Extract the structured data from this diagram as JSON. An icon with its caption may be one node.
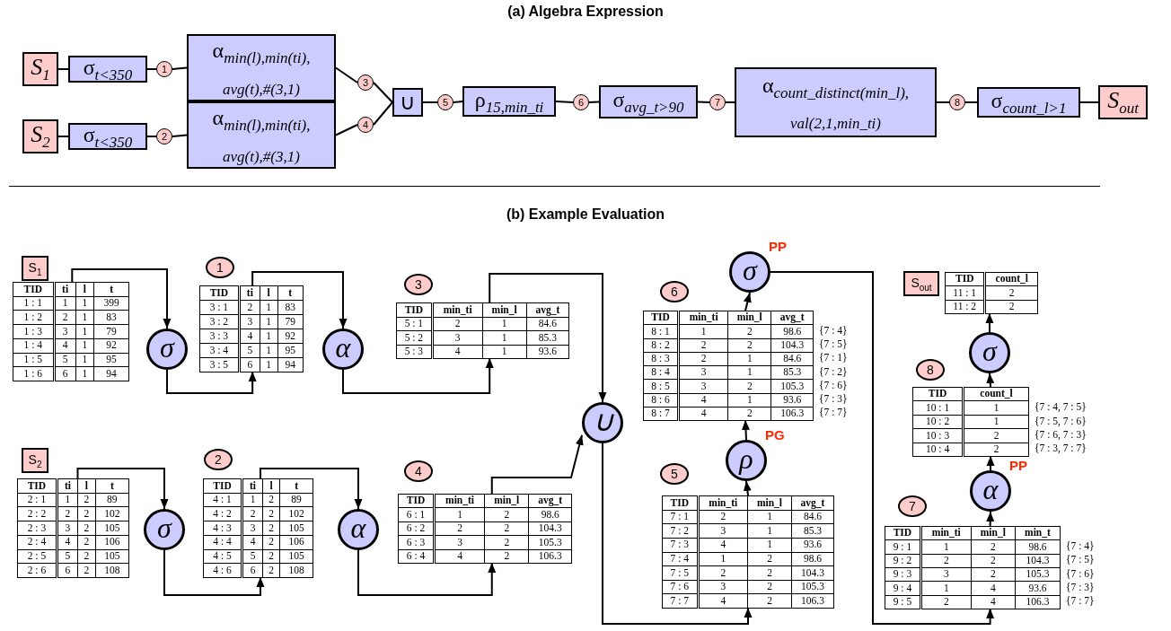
{
  "diagram": {
    "title": "(a) Algebra Expression",
    "nodes": [
      {
        "text": [
          "S$_{1}$"
        ]
      },
      {
        "text": [
          "σ$_{t<350}$"
        ]
      },
      {
        "text": [
          "1"
        ]
      },
      {
        "text": [
          "α$_{min(l),min(ti), avg(t),#(3,1)}$"
        ]
      },
      {
        "text": [
          "3"
        ]
      },
      {
        "text": [
          "S$_{2}$"
        ]
      },
      {
        "text": [
          "σ$_{t<350}$"
        ]
      },
      {
        "text": [
          "2"
        ]
      },
      {
        "text": [
          "α$_{min(l),min(ti), avg(t),#(3,1)}$"
        ]
      },
      {
        "text": [
          "4"
        ]
      },
      {
        "text": [
          "∪"
        ]
      },
      {
        "text": [
          "5"
        ]
      },
      {
        "text": [
          "ρ$_{15,min_ti}$"
        ]
      },
      {
        "text": [
          "6"
        ]
      },
      {
        "text": [
          "σ$_{avg_t>90}$"
        ]
      },
      {
        "text": [
          "7"
        ]
      },
      {
        "text": [
          "α$_{count_distinct(min_l), val(2,1,min_ti)}$"
        ]
      },
      {
        "text": [
          "8"
        ]
      },
      {
        "text": [
          "σ$_{count_l>1}$"
        ]
      },
      {
        "text": [
          "S$_{out}$"
        ]
      },
      {
        "text": [
          "S$_{1}$"
        ]
      },
      {
        "text": [
          "TID",
          "ti",
          "l",
          "t",
          "1 : 1",
          "1",
          "1",
          "399",
          "1 : 2",
          "2",
          "1",
          "83",
          "1 : 3",
          "3",
          "1",
          "79",
          "1 : 4",
          "4",
          "1",
          "92",
          "1 : 5",
          "5",
          "1",
          "95",
          "1 : 6",
          "6",
          "1",
          "94"
        ]
      },
      {
        "text": [
          "σ"
        ]
      },
      {
        "text": [
          "1"
        ]
      },
      {
        "text": [
          "TID",
          "ti",
          "l",
          "t",
          "3 : 1",
          "2",
          "1",
          "83",
          "3 : 2",
          "3",
          "1",
          "79",
          "3 : 3",
          "4",
          "1",
          "92",
          "3 : 4",
          "5",
          "1",
          "95",
          "3 : 5",
          "6",
          "1",
          "94"
        ]
      },
      {
        "text": [
          "α"
        ]
      },
      {
        "text": [
          "3"
        ]
      },
      {
        "text": [
          "TID",
          "min_ti",
          "min_l",
          "avg_t",
          "5 : 1",
          "2",
          "1",
          "84.6",
          "5 : 2",
          "3",
          "1",
          "85.3",
          "5 : 3",
          "4",
          "1",
          "93.6"
        ]
      },
      {
        "text": [
          "S$_{2}$"
        ]
      },
      {
        "text": [
          "TID",
          "ti",
          "l",
          "t",
          "2 : 1",
          "1",
          "2",
          "89",
          "2 : 2",
          "2",
          "2",
          "102",
          "2 : 3",
          "3",
          "2",
          "105",
          "2 : 4",
          "4",
          "2",
          "106",
          "2 : 5",
          "5",
          "2",
          "105",
          "2 : 6",
          "6",
          "2",
          "108"
        ]
      },
      {
        "text": [
          "σ"
        ]
      },
      {
        "text": [
          "2"
        ]
      },
      {
        "text": [
          "TID",
          "ti",
          "l",
          "t",
          "4 : 1",
          "1",
          "2",
          "89",
          "4 : 2",
          "2",
          "2",
          "102",
          "4 : 3",
          "3",
          "2",
          "105",
          "4 : 4",
          "4",
          "2",
          "106",
          "4 : 5",
          "5",
          "2",
          "105",
          "4 : 6",
          "6",
          "2",
          "108"
        ]
      },
      {
        "text": [
          "α"
        ]
      },
      {
        "text": [
          "4"
        ]
      },
      {
        "text": [
          "TID",
          "min_ti",
          "min_l",
          "avg_t",
          "6 : 1",
          "1",
          "2",
          "98.6",
          "6 : 2",
          "2",
          "2",
          "104.3",
          "6 : 3",
          "3",
          "2",
          "105.3",
          "6 : 4",
          "4",
          "2",
          "106.3"
        ]
      },
      {
        "text": [
          "∪"
        ]
      },
      {
        "text": [
          "σ"
        ],
        "beside": [
          "PP"
        ]
      },
      {
        "text": [
          "6"
        ]
      },
      {
        "text": [
          "TID",
          "min_ti",
          "min_l",
          "avg_t",
          "8 : 1",
          "1",
          "2",
          "98.6",
          "8 : 2",
          "2",
          "2",
          "104.3",
          "8 : 3",
          "2",
          "1",
          "84.6",
          "8 : 4",
          "3",
          "1",
          "85.3",
          "8 : 5",
          "3",
          "2",
          "105.3",
          "8 : 6",
          "4",
          "1",
          "93.6",
          "8 : 7",
          "4",
          "2",
          "106.3"
        ],
        "beside": [
          "{7 : 4}",
          "{7 : 5}",
          "{7 : 1}",
          "{7 : 2}",
          "{7 : 6}",
          "{7 : 3}",
          "{7 : 7}"
        ]
      },
      {
        "text": [
          "ρ"
        ],
        "beside": [
          "PG"
        ]
      },
      {
        "text": [
          "5"
        ]
      },
      {
        "text": [
          "TID",
          "min_ti",
          "min_l",
          "avg_t",
          "7 : 1",
          "2",
          "1",
          "84.6",
          "7 : 2",
          "3",
          "1",
          "85.3",
          "7 : 3",
          "4",
          "1",
          "93.6",
          "7 : 4",
          "1",
          "2",
          "98.6",
          "7 : 5",
          "2",
          "2",
          "104.3",
          "7 : 6",
          "3",
          "2",
          "105.3",
          "7 : 7",
          "4",
          "2",
          "106.3"
        ]
      },
      {
        "text": [
          "S$_{out}$"
        ]
      },
      {
        "text": [
          "TID",
          "count_l",
          "11 : 1",
          "2",
          "11 : 2",
          "2"
        ]
      },
      {
        "text": [
          "σ"
        ]
      },
      {
        "text": [
          "8"
        ]
      },
      {
        "text": [
          "TID",
          "count_l",
          "10 : 1",
          "1",
          "10 : 2",
          "1",
          "10 : 3",
          "2",
          "10 : 4",
          "2"
        ],
        "beside": [
          "{7 : 4, 7 : 5}",
          "{7 : 5, 7 : 6}",
          "{7 : 6, 7 : 3}",
          "{7 : 3, 7 : 7}"
        ]
      },
      {
        "text": [
          "α"
        ],
        "beside": [
          "PP"
        ]
      },
      {
        "text": [
          "7"
        ]
      },
      {
        "text": [
          "TID",
          "min_ti",
          "min_l",
          "min_t",
          "9 : 1",
          "1",
          "2",
          "98.6",
          "9 : 2",
          "2",
          "2",
          "104.3",
          "9 : 3",
          "3",
          "2",
          "105.3",
          "9 : 4",
          "1",
          "4",
          "93.6",
          "9 : 5",
          "2",
          "4",
          "106.3"
        ],
        "beside": [
          "{7 : 4}",
          "{7 : 5}",
          "{7 : 6}",
          "{7 : 3}",
          "{7 : 7}"
        ]
      }
    ],
    "edges": [
      {
        "from": 0,
        "to": 1,
        "arrow": "none"
      },
      {
        "from": 1,
        "to": 2,
        "arrow": "none"
      },
      {
        "from": 2,
        "to": 3,
        "arrow": "none"
      },
      {
        "from": 3,
        "to": 4,
        "arrow": "none"
      },
      {
        "from": 4,
        "to": 10,
        "arrow": "none"
      },
      {
        "from": 5,
        "to": 6,
        "arrow": "none"
      },
      {
        "from": 6,
        "to": 7,
        "arrow": "none"
      },
      {
        "from": 7,
        "to": 8,
        "arrow": "none"
      },
      {
        "from": 8,
        "to": 9,
        "arrow": "none"
      },
      {
        "from": 9,
        "to": 10,
        "arrow": "none"
      },
      {
        "from": 10,
        "to": 11,
        "arrow": "none"
      },
      {
        "from": 11,
        "to": 12,
        "arrow": "none"
      },
      {
        "from": 12,
        "to": 13,
        "arrow": "none"
      },
      {
        "from": 13,
        "to": 14,
        "arrow": "none"
      },
      {
        "from": 14,
        "to": 15,
        "arrow": "none"
      },
      {
        "from": 15,
        "to": 16,
        "arrow": "none"
      },
      {
        "from": 16,
        "to": 17,
        "arrow": "none"
      },
      {
        "from": 17,
        "to": 18,
        "arrow": "none"
      },
      {
        "from": 18,
        "to": 19,
        "arrow": "none"
      },
      {
        "from": 21,
        "to": 22,
        "arrow": "to"
      },
      {
        "from": 22,
        "to": 24,
        "arrow": "to"
      },
      {
        "from": 24,
        "to": 25,
        "arrow": "to"
      },
      {
        "from": 25,
        "to": 27,
        "arrow": "to"
      },
      {
        "from": 29,
        "to": 30,
        "arrow": "to"
      },
      {
        "from": 30,
        "to": 32,
        "arrow": "to"
      },
      {
        "from": 32,
        "to": 33,
        "arrow": "to"
      },
      {
        "from": 33,
        "to": 35,
        "arrow": "to"
      },
      {
        "from": 27,
        "to": 36,
        "arrow": "to"
      },
      {
        "from": 35,
        "to": 36,
        "arrow": "to"
      },
      {
        "from": 36,
        "to": 42,
        "arrow": "to"
      },
      {
        "from": 42,
        "to": 40,
        "arrow": "to"
      },
      {
        "from": 40,
        "to": 39,
        "arrow": "to"
      },
      {
        "from": 39,
        "to": 37,
        "arrow": "to"
      },
      {
        "from": 37,
        "to": 50,
        "arrow": "to"
      },
      {
        "from": 50,
        "to": 48,
        "arrow": "to"
      },
      {
        "from": 48,
        "to": 47,
        "arrow": "to"
      },
      {
        "from": 47,
        "to": 45,
        "arrow": "to"
      },
      {
        "from": 45,
        "to": 44,
        "arrow": "to"
      }
    ],
    "labels": [
      "(b) Example Evaluation"
    ]
  }
}
